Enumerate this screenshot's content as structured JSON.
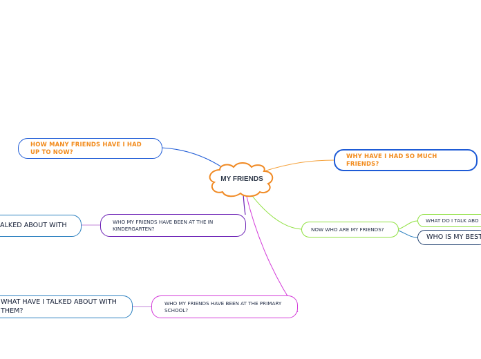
{
  "colors": {
    "center_stroke": "#f08a24",
    "blue": "#1e5bd6",
    "orange": "#f5a23c",
    "green": "#8ee03e",
    "purple": "#6a1eb4",
    "magenta": "#d33ad9",
    "teal_blue": "#2a7fbf",
    "dark_blue": "#1f3f6e",
    "pink_purple": "#c084d8"
  },
  "map": {
    "center": "MY FRIENDS",
    "how_many": "HOW MANY FRIENDS HAVE I HAD UP TO NOW?",
    "why_have": "WHY HAVE I HAD SO MUCH FRIENDS?",
    "now_who": "NOW WHO ARE MY FRIENDS?",
    "what_talk": "WHAT DO I TALK ABO",
    "who_best": "WHO IS MY BEST",
    "kindergarten": "WHO MY FRIENDS HAVE BEEN AT THE IN KINDERGARTEN?",
    "talked_with": "ALKED ABOUT WITH",
    "primary": "WHO MY FRIENDS HAVE BEEN AT THE PRIMARY SCHOOL?",
    "talked_with_them": "WHAT HAVE I TALKED ABOUT WITH THEM?"
  }
}
